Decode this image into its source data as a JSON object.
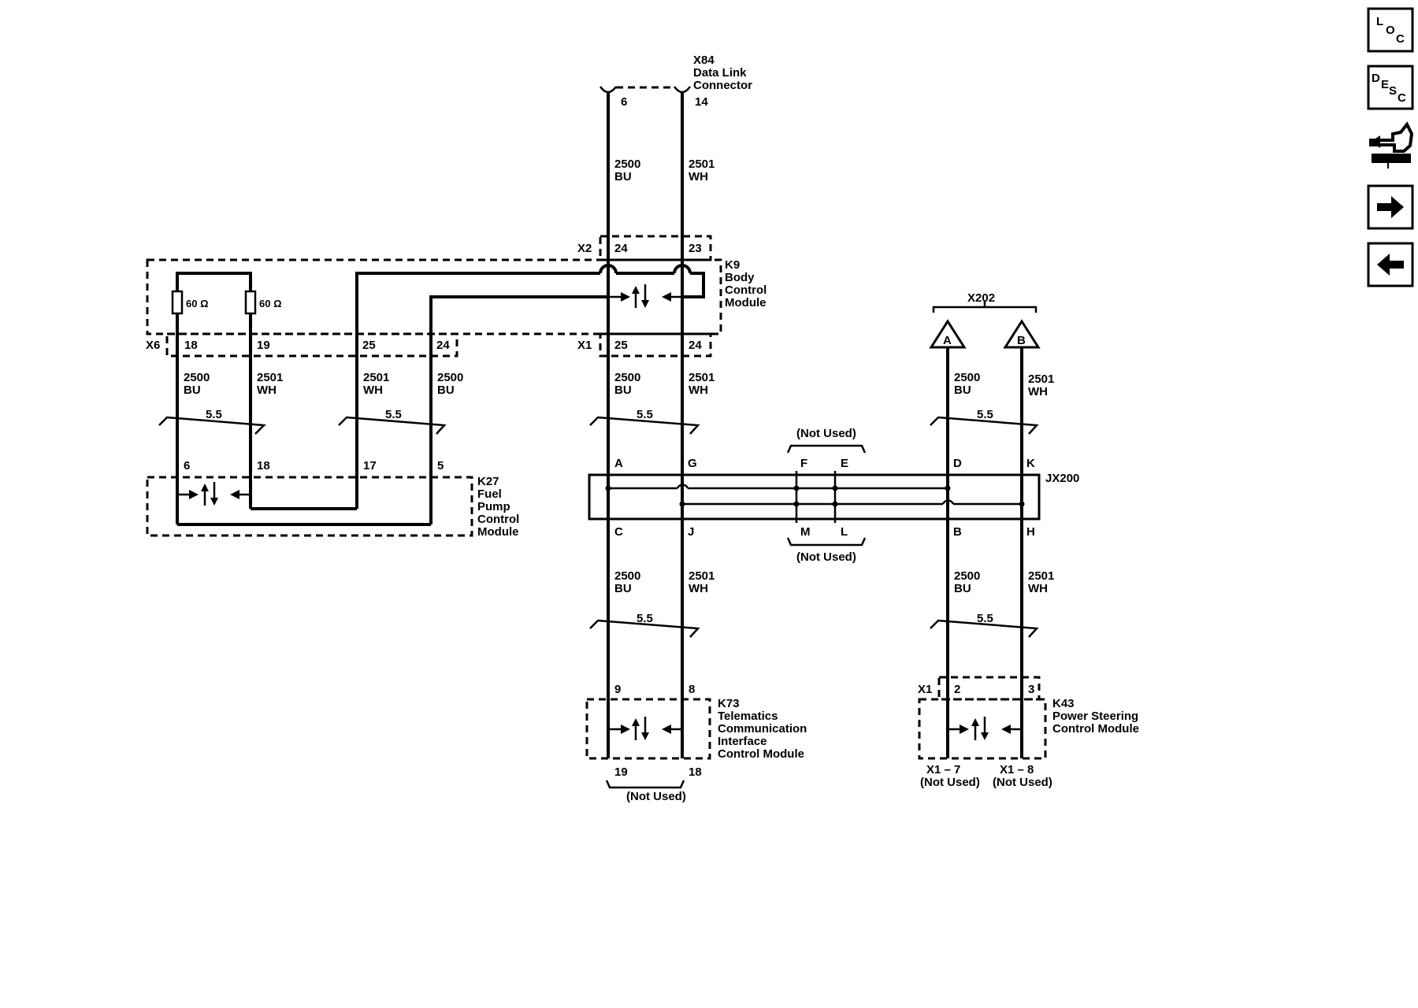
{
  "connector_x84": {
    "id": "X84",
    "name_line1": "Data Link",
    "name_line2": "Connector",
    "pin_a": "6",
    "pin_b": "14"
  },
  "wire_bu": {
    "circuit": "2500",
    "color": "BU"
  },
  "wire_wh": {
    "circuit": "2501",
    "color": "WH"
  },
  "twist": "5.5",
  "module_k9": {
    "id": "K9",
    "line1": "Body",
    "line2": "Control",
    "line3": "Module",
    "conn_top": "X2",
    "pin_top_a": "24",
    "pin_top_b": "23",
    "conn_bottom": "X1",
    "pin_bot_a": "25",
    "pin_bot_b": "24",
    "conn_x6": "X6",
    "x6_pins": [
      "18",
      "19",
      "25",
      "24"
    ]
  },
  "resistor": "60 Ω",
  "module_k27": {
    "id": "K27",
    "line1": "Fuel",
    "line2": "Pump",
    "line3": "Control",
    "line4": "Module",
    "pins": [
      "6",
      "18",
      "17",
      "5"
    ]
  },
  "splice_jx200": {
    "id": "JX200",
    "top_pins": [
      "A",
      "G",
      "F",
      "E",
      "D",
      "K"
    ],
    "bottom_pins": [
      "C",
      "J",
      "M",
      "L",
      "B",
      "H"
    ],
    "not_used": "(Not Used)"
  },
  "connector_x202": {
    "id": "X202",
    "a": "A",
    "b": "B"
  },
  "module_k73": {
    "id": "K73",
    "line1": "Telematics",
    "line2": "Communication",
    "line3": "Interface",
    "line4": "Control Module",
    "pin_a": "9",
    "pin_b": "8",
    "pin_c": "19",
    "pin_d": "18",
    "not_used": "(Not Used)"
  },
  "module_k43": {
    "id": "K43",
    "line1": "Power Steering",
    "line2": "Control Module",
    "conn": "X1",
    "pin_a": "2",
    "pin_b": "3",
    "foot_a": "X1 – 7",
    "foot_b": "X1 – 8",
    "not_used": "(Not Used)"
  },
  "nav": {
    "loc": [
      "L",
      "O",
      "C"
    ],
    "desc": [
      "D",
      "E",
      "S",
      "C"
    ]
  }
}
